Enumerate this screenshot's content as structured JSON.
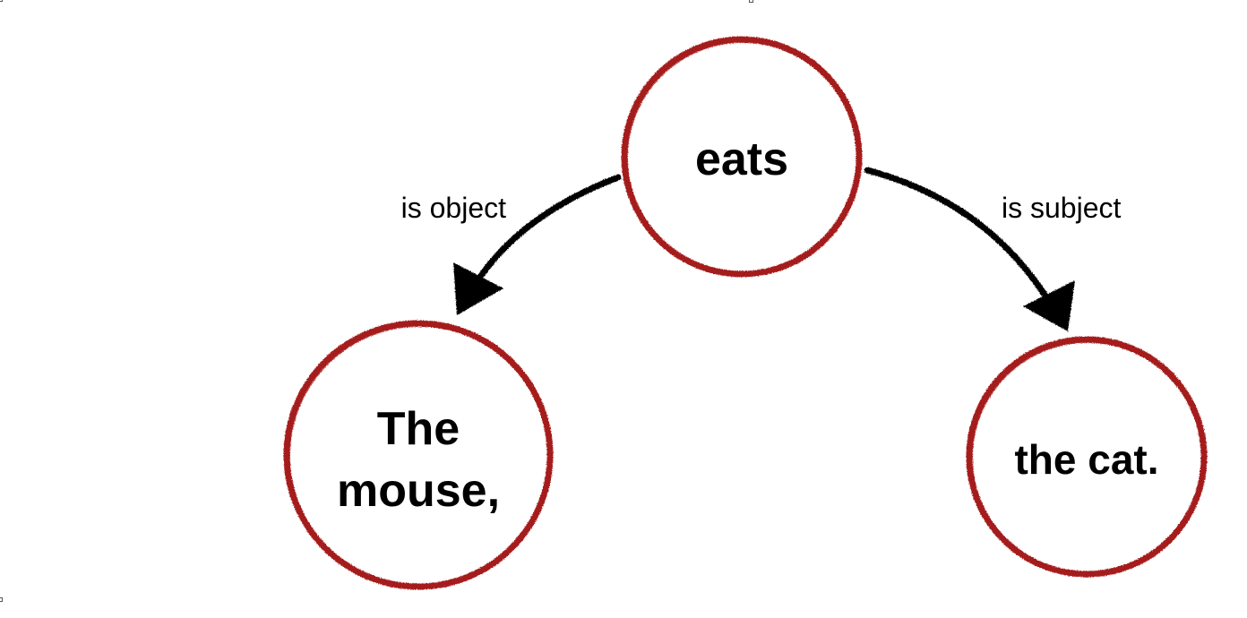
{
  "diagram": {
    "type": "dependency-tree",
    "nodes": [
      {
        "id": "eats",
        "lines": [
          "eats"
        ]
      },
      {
        "id": "mouse",
        "lines": [
          "The",
          "mouse,"
        ]
      },
      {
        "id": "cat",
        "lines": [
          "the cat."
        ]
      }
    ],
    "edges": [
      {
        "from": "eats",
        "to": "mouse",
        "label": "is object"
      },
      {
        "from": "eats",
        "to": "cat",
        "label": "is subject"
      }
    ],
    "colors": {
      "node_stroke": "#a51c1c",
      "edge_stroke": "#000000",
      "text": "#000000",
      "background": "#ffffff"
    }
  }
}
